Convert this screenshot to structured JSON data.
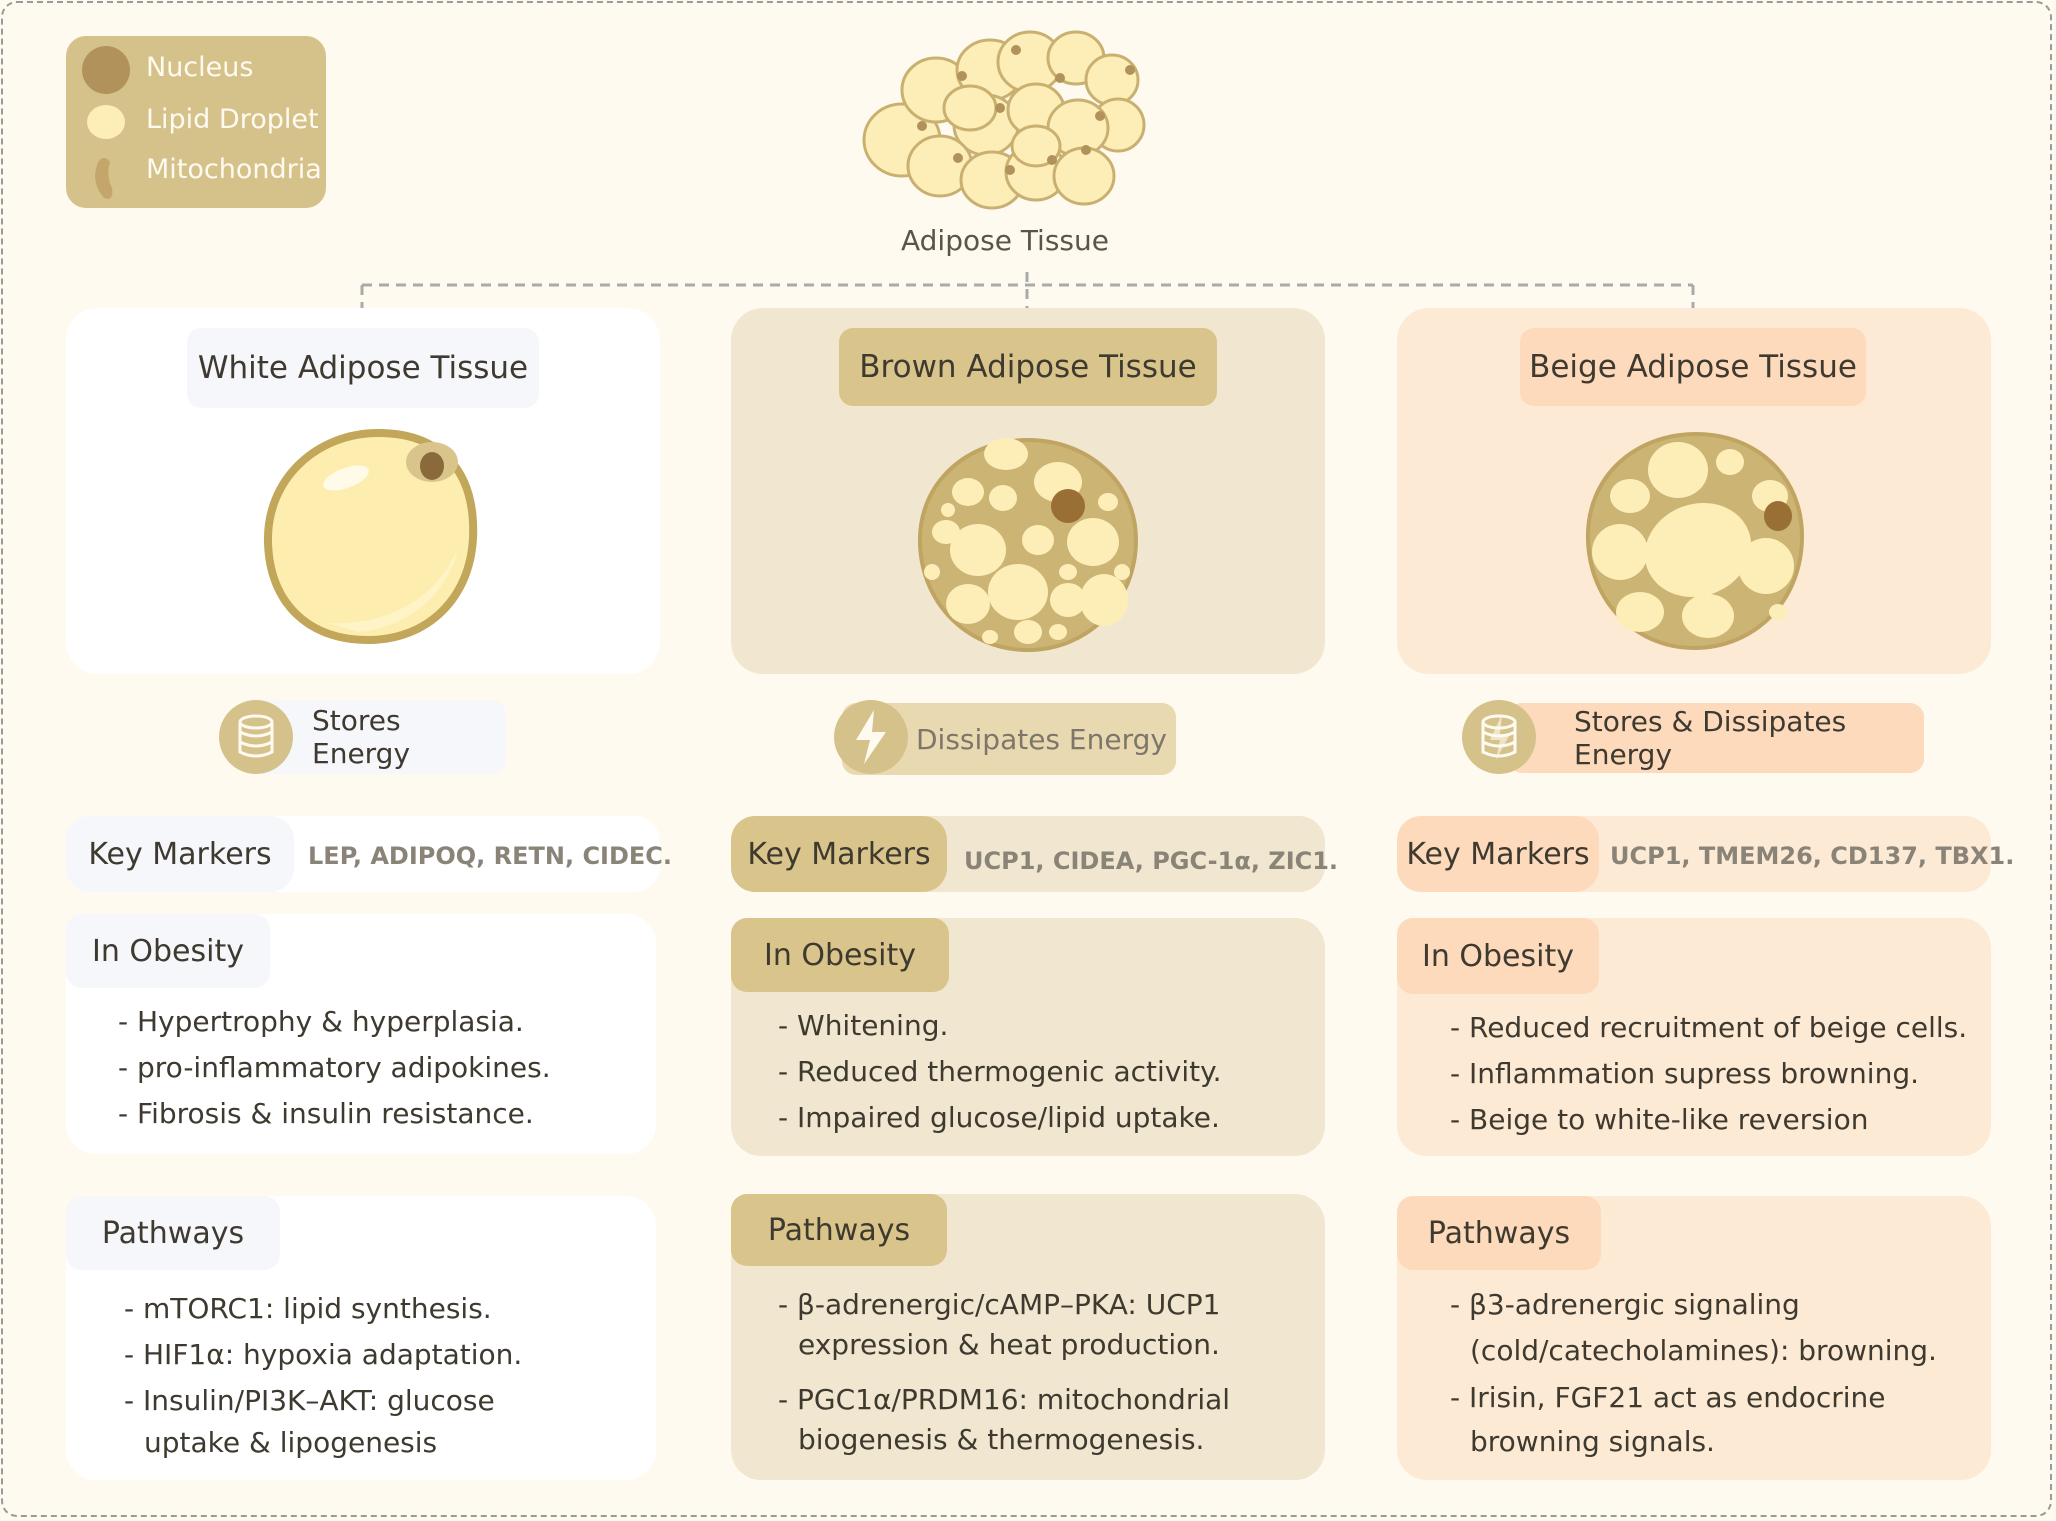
{
  "legend": {
    "items": [
      {
        "label": "Nucleus",
        "icon": "nucleus-icon",
        "color": "#b0925a"
      },
      {
        "label": "Lipid Droplet",
        "icon": "lipid-droplet-icon",
        "color": "#fdeeb8"
      },
      {
        "label": "Mitochondria",
        "icon": "mitochondria-icon",
        "color": "#c4a66c"
      }
    ]
  },
  "tissue": {
    "label": "Adipose Tissue"
  },
  "columns": [
    {
      "id": "white",
      "title": "White Adipose Tissue",
      "energy": {
        "label": "Stores Energy",
        "icon": "database-icon"
      },
      "markers": {
        "label": "Key Markers",
        "values": "LEP, ADIPOQ, RETN, CIDEC."
      },
      "obesity": {
        "title": "In Obesity",
        "items": [
          "- Hypertrophy & hyperplasia.",
          "- pro-inflammatory adipokines.",
          "- Fibrosis & insulin resistance."
        ]
      },
      "pathways": {
        "title": "Pathways",
        "items": [
          "- mTORC1: lipid synthesis.",
          "- HIF1α: hypoxia adaptation.",
          "- Insulin/PI3K–AKT: glucose",
          "uptake & lipogenesis"
        ]
      }
    },
    {
      "id": "brown",
      "title": "Brown Adipose Tissue",
      "energy": {
        "label": "Dissipates Energy",
        "icon": "lightning-icon"
      },
      "markers": {
        "label": "Key Markers",
        "values": "UCP1, CIDEA, PGC-1α, ZIC1."
      },
      "obesity": {
        "title": "In Obesity",
        "items": [
          "- Whitening.",
          "- Reduced thermogenic activity.",
          "- Impaired glucose/lipid uptake."
        ]
      },
      "pathways": {
        "title": "Pathways",
        "items": [
          "- β-adrenergic/cAMP–PKA: UCP1",
          "expression & heat production.",
          "- PGC1α/PRDM16: mitochondrial",
          "biogenesis & thermogenesis."
        ]
      }
    },
    {
      "id": "beige",
      "title": "Beige Adipose Tissue",
      "energy": {
        "label": "Stores & Dissipates Energy",
        "icon": "database-lightning-icon"
      },
      "markers": {
        "label": "Key Markers",
        "values": "UCP1, TMEM26, CD137, TBX1."
      },
      "obesity": {
        "title": "In Obesity",
        "items": [
          "- Reduced recruitment of beige cells.",
          "- Inflammation supress browning.",
          "- Beige to white-like reversion"
        ]
      },
      "pathways": {
        "title": "Pathways",
        "items": [
          "- β3-adrenergic signaling",
          "(cold/catecholamines): browning.",
          "- Irisin, FGF21 act as endocrine",
          "browning signals."
        ]
      }
    }
  ]
}
